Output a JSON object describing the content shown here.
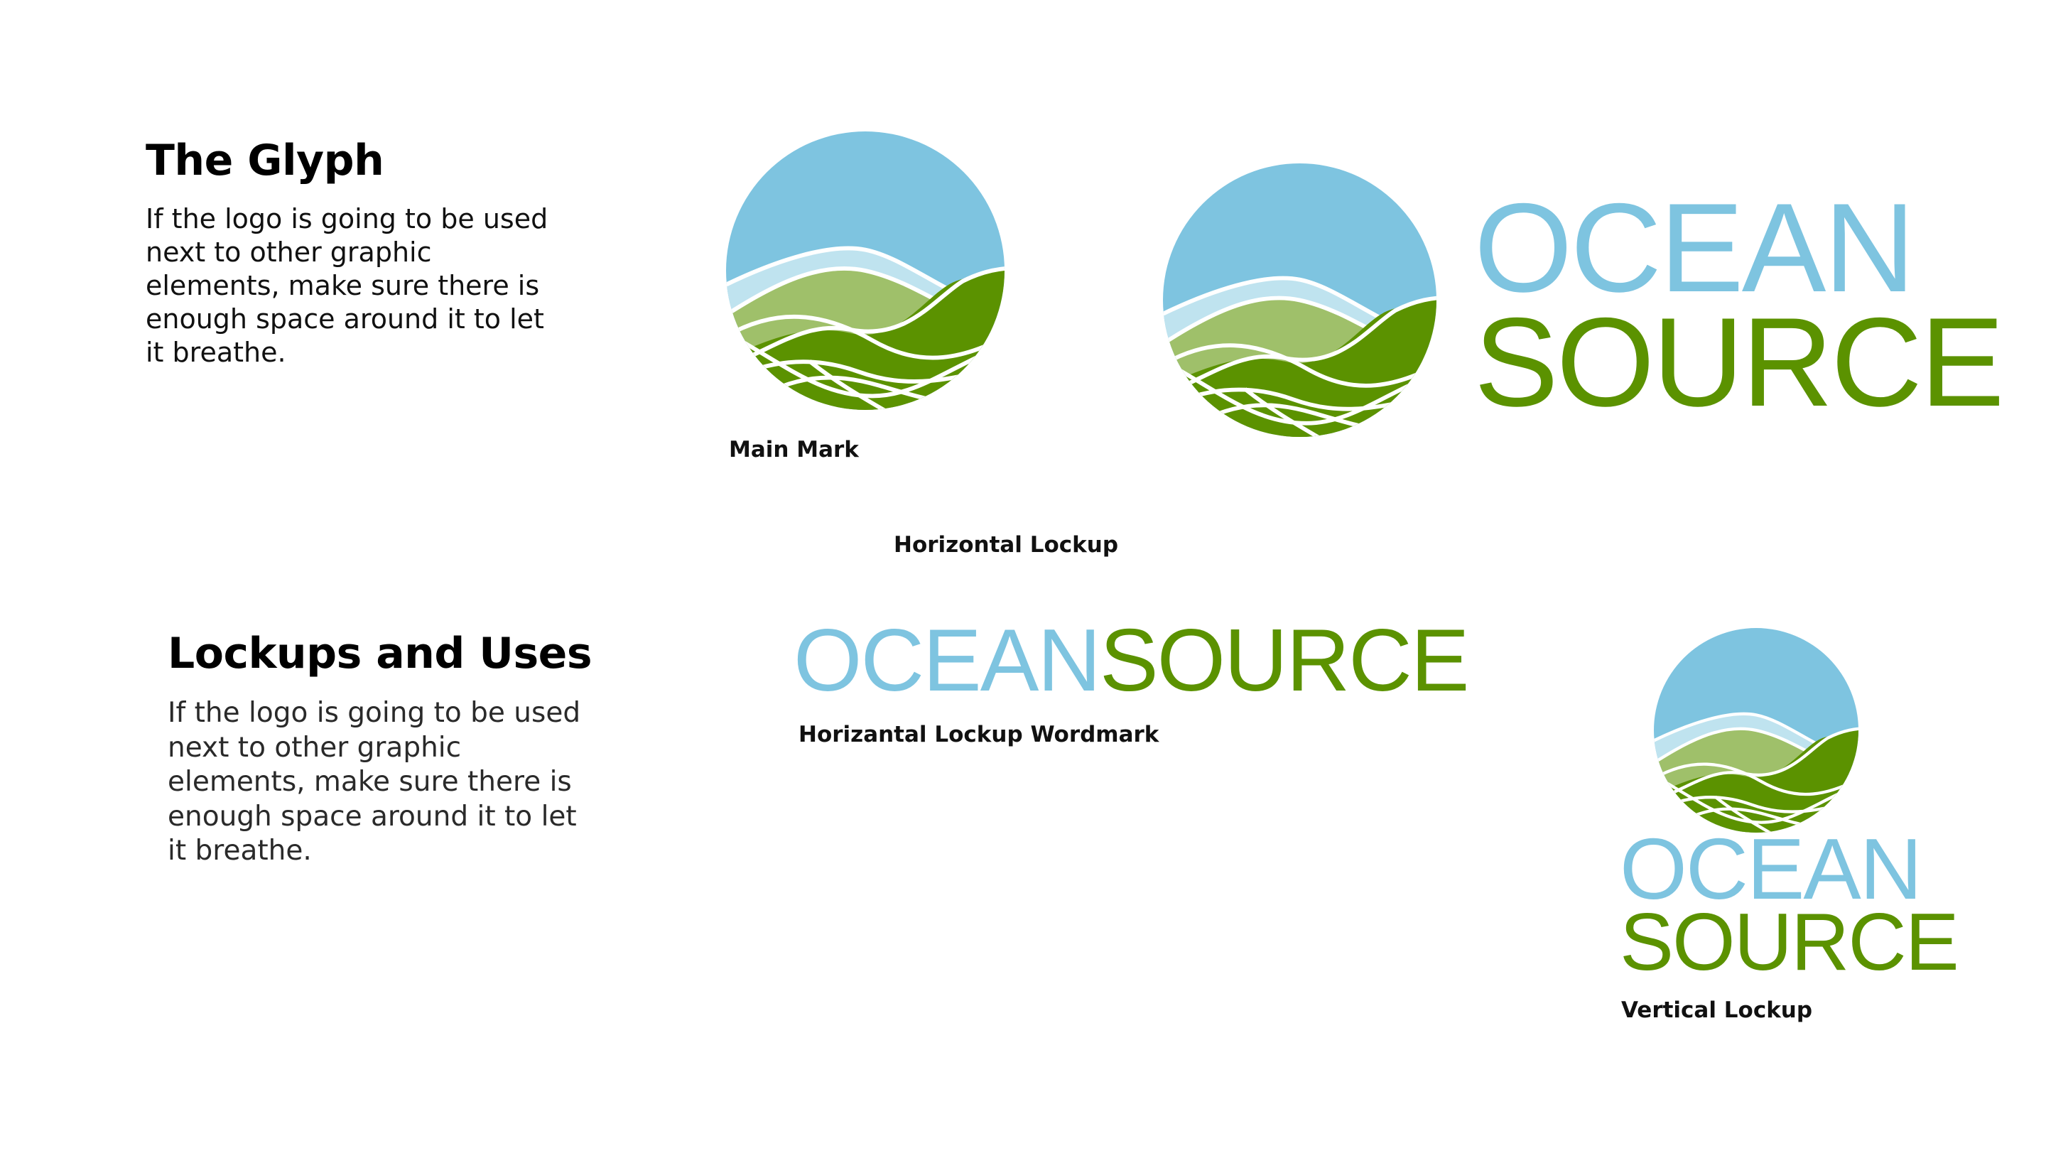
{
  "colors": {
    "sky": "#7ec4e0",
    "wave_light": "#bfe3ef",
    "hill_light": "#9fc06a",
    "field_green": "#5b9200",
    "line_white": "#ffffff",
    "heading_text": "#111111"
  },
  "glyph_section": {
    "title": "The Glyph",
    "body": "If the logo is going to be used\nnext to other graphic\nelements, make sure there is\nenough space around it to let\nit breathe."
  },
  "lockups_section": {
    "title": "Lockups and Uses",
    "body": "If the logo is going to be used\nnext to other graphic\nelements, make sure there is\nenough space around it to let\nit breathe."
  },
  "main_mark": {
    "caption": "Main Mark",
    "icon": "ocean-source-glyph"
  },
  "horizontal_lockup": {
    "caption": "Horizontal Lockup",
    "icon": "ocean-source-glyph",
    "word_top": "OCEAN",
    "word_bottom": "SOURCE"
  },
  "wordmark_lockup": {
    "caption": "Horizantal Lockup Wordmark",
    "word_left": "OCEAN",
    "word_right": "SOURCE"
  },
  "vertical_lockup": {
    "caption": "Vertical Lockup",
    "icon": "ocean-source-glyph",
    "word_top": "OCEAN",
    "word_bottom": "SOURCE"
  }
}
